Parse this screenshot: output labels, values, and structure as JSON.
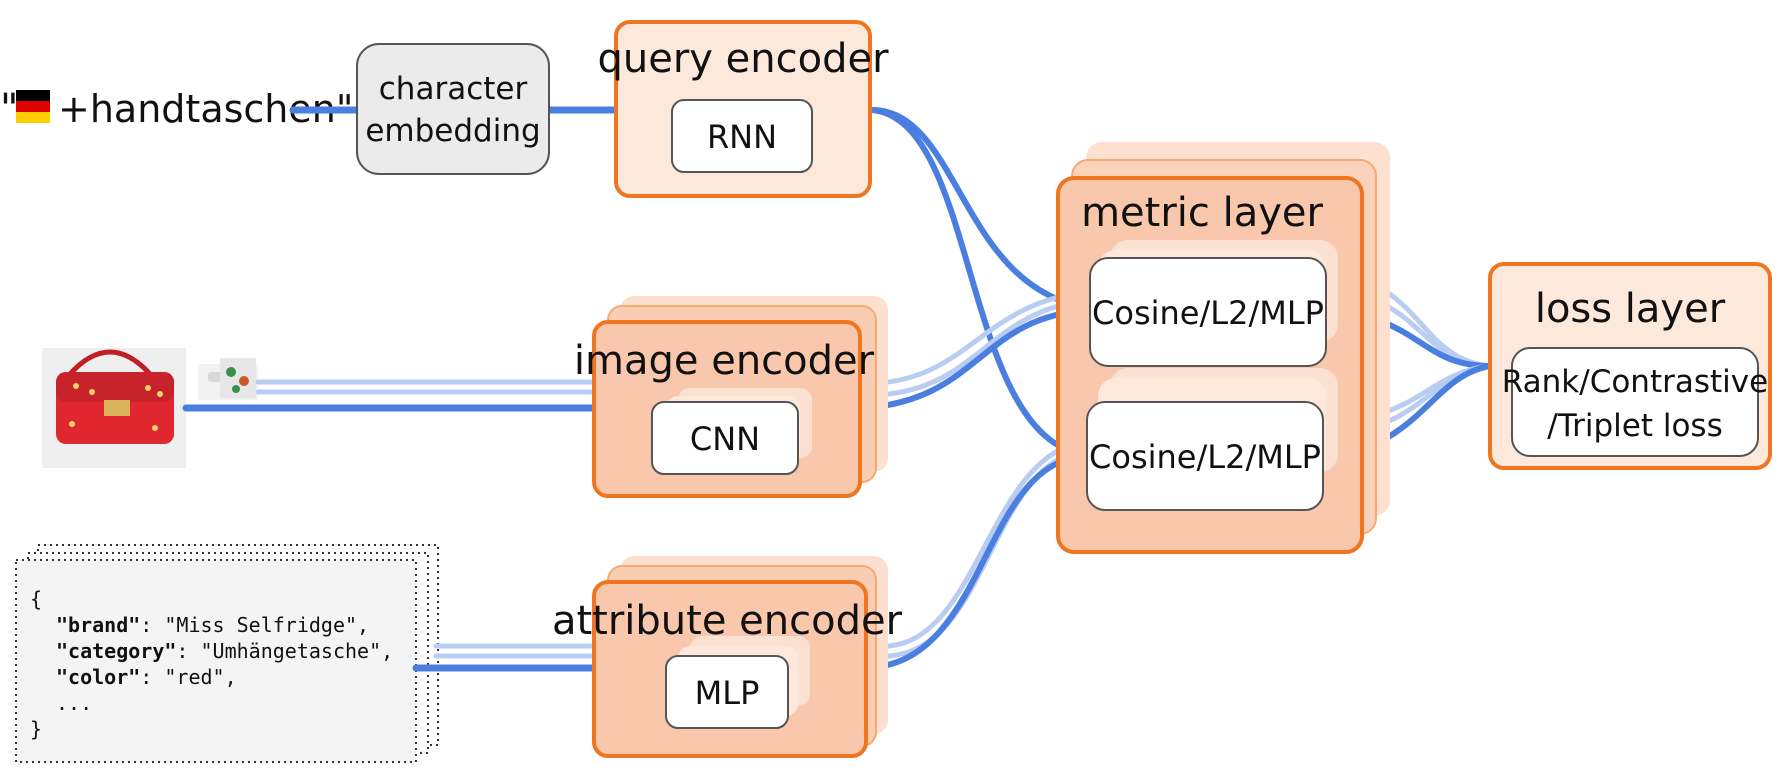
{
  "input": {
    "query_prefix": "\"",
    "query_text": "+handtaschen\"",
    "flag_colors": [
      "#000000",
      "#dd0000",
      "#ffce00"
    ],
    "attributes_json": {
      "open_brace": "{",
      "lines": [
        {
          "key": "\"brand\"",
          "value": ": \"Miss Selfridge\","
        },
        {
          "key": "\"category\"",
          "value": ": \"Umhängetasche\","
        },
        {
          "key": "\"color\"",
          "value": ": \"red\","
        }
      ],
      "ellipsis": "...",
      "close_brace": "}"
    }
  },
  "nodes": {
    "char_embedding": {
      "line1": "character",
      "line2": "embedding"
    },
    "query_encoder": {
      "title": "query encoder",
      "inner": "RNN"
    },
    "image_encoder": {
      "title": "image encoder",
      "inner": "CNN"
    },
    "attribute_encoder": {
      "title": "attribute encoder",
      "inner": "MLP"
    },
    "metric_layer": {
      "title": "metric layer",
      "inner_top": "Cosine/L2/MLP",
      "inner_bottom": "Cosine/L2/MLP"
    },
    "loss_layer": {
      "title": "loss layer",
      "inner_line1": "Rank/Contrastive",
      "inner_line2": "/Triplet loss"
    }
  },
  "colors": {
    "edge": "#4a7fe0",
    "edge_faint": "#b9cdf3",
    "encoder_fill": "#fde8dc",
    "encoder_stack_fill": "#f9c7ab",
    "encoder_border": "#f07520",
    "inner_fill": "#ffffff",
    "embedding_fill": "#ebebeb",
    "embedding_border": "#555555",
    "bag_red": "#e0272f"
  }
}
